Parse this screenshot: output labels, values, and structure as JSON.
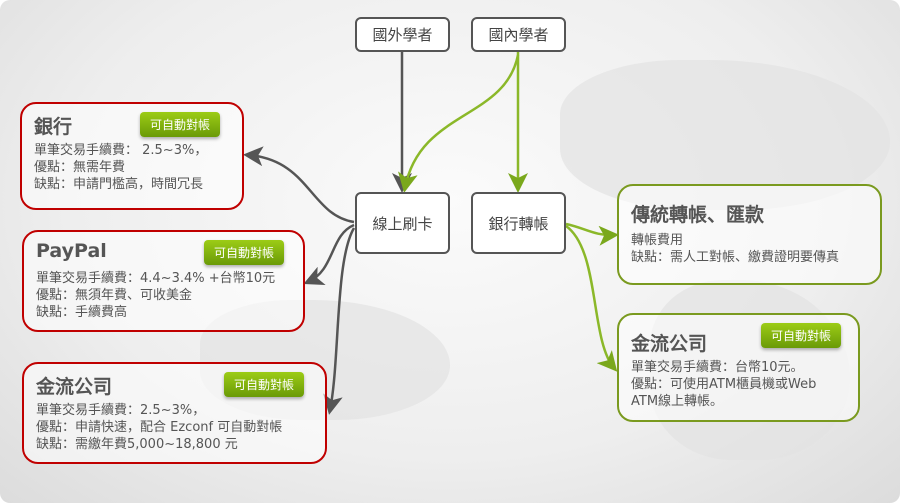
{
  "sources": {
    "foreign": "國外學者",
    "domestic": "國內學者"
  },
  "methods": {
    "card": "線上刷卡",
    "transfer": "銀行轉帳"
  },
  "badge": "可自動對帳",
  "left_cards": [
    {
      "title": "銀行",
      "lines": [
        "單筆交易手續費： 2.5~3%，",
        "優點：無需年費",
        "缺點：申請門檻高，時間冗長"
      ]
    },
    {
      "title": "PayPal",
      "lines": [
        "單筆交易手續費：4.4~3.4% +台幣10元",
        "優點：無須年費、可收美金",
        "缺點：手續費高"
      ]
    },
    {
      "title": "金流公司",
      "lines": [
        "單筆交易手續費：2.5~3%，",
        "優點：申請快速，配合 Ezconf 可自動對帳",
        "缺點：需繳年費5,000~18,800 元"
      ]
    }
  ],
  "right_cards": [
    {
      "title": "傳統轉帳、匯款",
      "lines": [
        "轉帳費用",
        "缺點：需人工對帳、繳費證明要傳真"
      ]
    },
    {
      "title": "金流公司",
      "lines": [
        "單筆交易手續費：台幣10元。",
        "優點：可使用ATM櫃員機或Web",
        "ATM線上轉帳。"
      ]
    }
  ],
  "colors": {
    "red": "#c00000",
    "green": "#7a9a1f",
    "dark": "#555555"
  }
}
